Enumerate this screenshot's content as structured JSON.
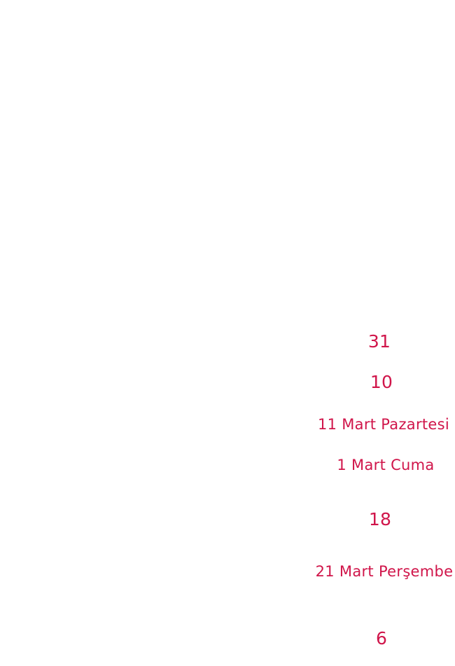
{
  "theme": {
    "text_color": "#d0154a",
    "background": "#ffffff"
  },
  "items": [
    {
      "label": "31"
    },
    {
      "label": "10"
    },
    {
      "label": "11 Mart Pazartesi"
    },
    {
      "label": "1 Mart Cuma"
    },
    {
      "label": "18"
    },
    {
      "label": "21 Mart Perşembe"
    },
    {
      "label": "6"
    }
  ]
}
